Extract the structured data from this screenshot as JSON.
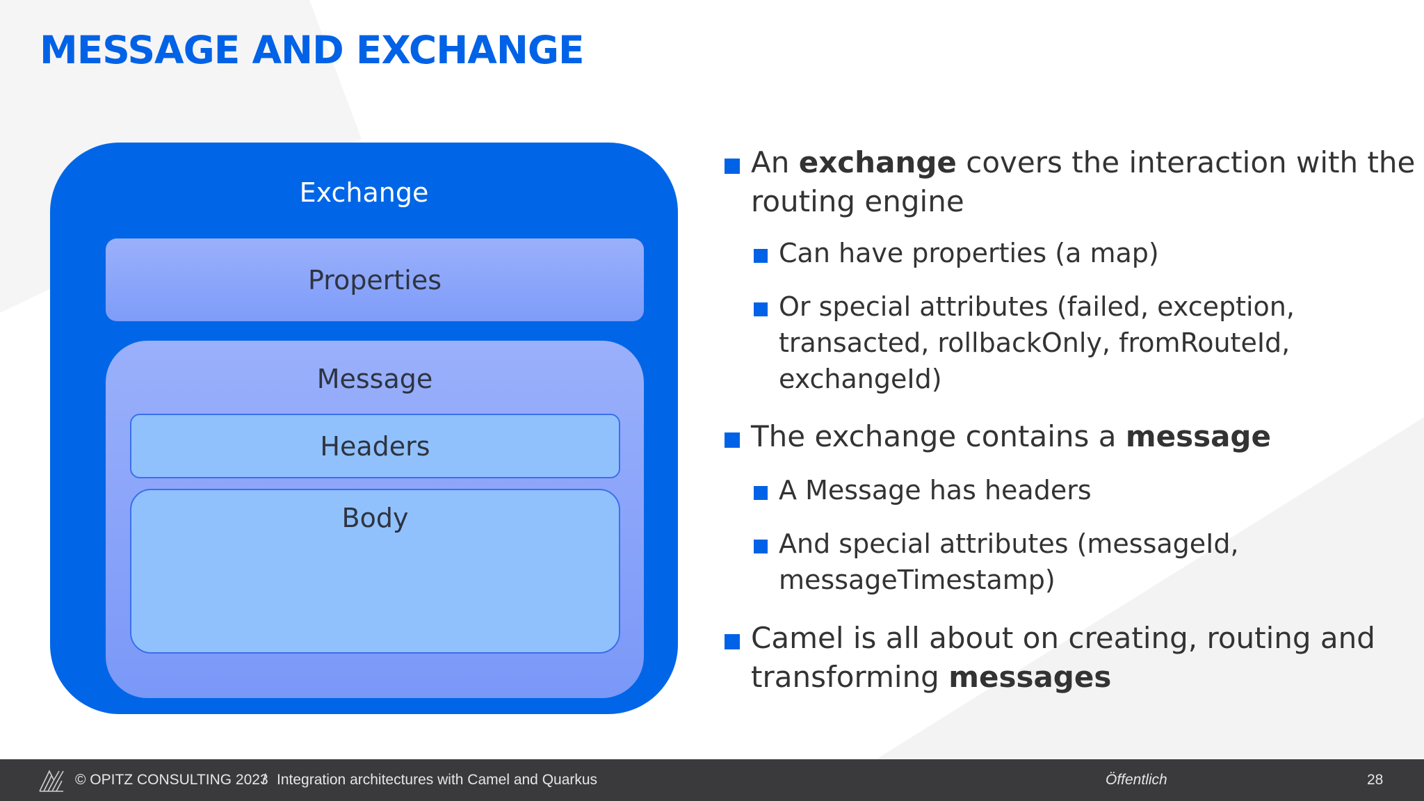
{
  "title": "MESSAGE AND EXCHANGE",
  "diagram": {
    "exchange": "Exchange",
    "properties": "Properties",
    "message": "Message",
    "headers": "Headers",
    "body": "Body"
  },
  "bullets": [
    {
      "level": 1,
      "lines": [
        [
          {
            "t": "An "
          },
          {
            "t": "exchange",
            "b": true
          },
          {
            "t": " covers the interaction with the"
          }
        ],
        [
          {
            "t": "routing engine"
          }
        ]
      ]
    },
    {
      "level": 2,
      "lines": [
        [
          {
            "t": "Can have properties (a map)"
          }
        ]
      ]
    },
    {
      "level": 2,
      "lines": [
        [
          {
            "t": "Or special attributes (failed, exception,"
          }
        ],
        [
          {
            "t": "transacted, rollbackOnly, fromRouteId,"
          }
        ],
        [
          {
            "t": "exchangeId)"
          }
        ]
      ]
    },
    {
      "level": 1,
      "lines": [
        [
          {
            "t": "The exchange contains a "
          },
          {
            "t": "message",
            "b": true
          }
        ]
      ]
    },
    {
      "level": 2,
      "lines": [
        [
          {
            "t": "A Message has headers"
          }
        ]
      ]
    },
    {
      "level": 2,
      "lines": [
        [
          {
            "t": "And special attributes (messageId,"
          }
        ],
        [
          {
            "t": "messageTimestamp)"
          }
        ]
      ]
    },
    {
      "level": 1,
      "lines": [
        [
          {
            "t": "Camel is all about on creating, routing and"
          }
        ],
        [
          {
            "t": "transforming "
          },
          {
            "t": "messages",
            "b": true
          }
        ]
      ]
    }
  ],
  "footer": {
    "copyright": "© OPITZ CONSULTING 2023",
    "separator": "/",
    "topic": "Integration architectures with Camel and Quarkus",
    "classification": "Öffentlich",
    "page": "28"
  },
  "colors": {
    "accent": "#0062E6",
    "exchange": "#0066E7",
    "inner": "#9AB0FB",
    "leaf": "#91C1FD",
    "footer": "#3A3A3D"
  }
}
